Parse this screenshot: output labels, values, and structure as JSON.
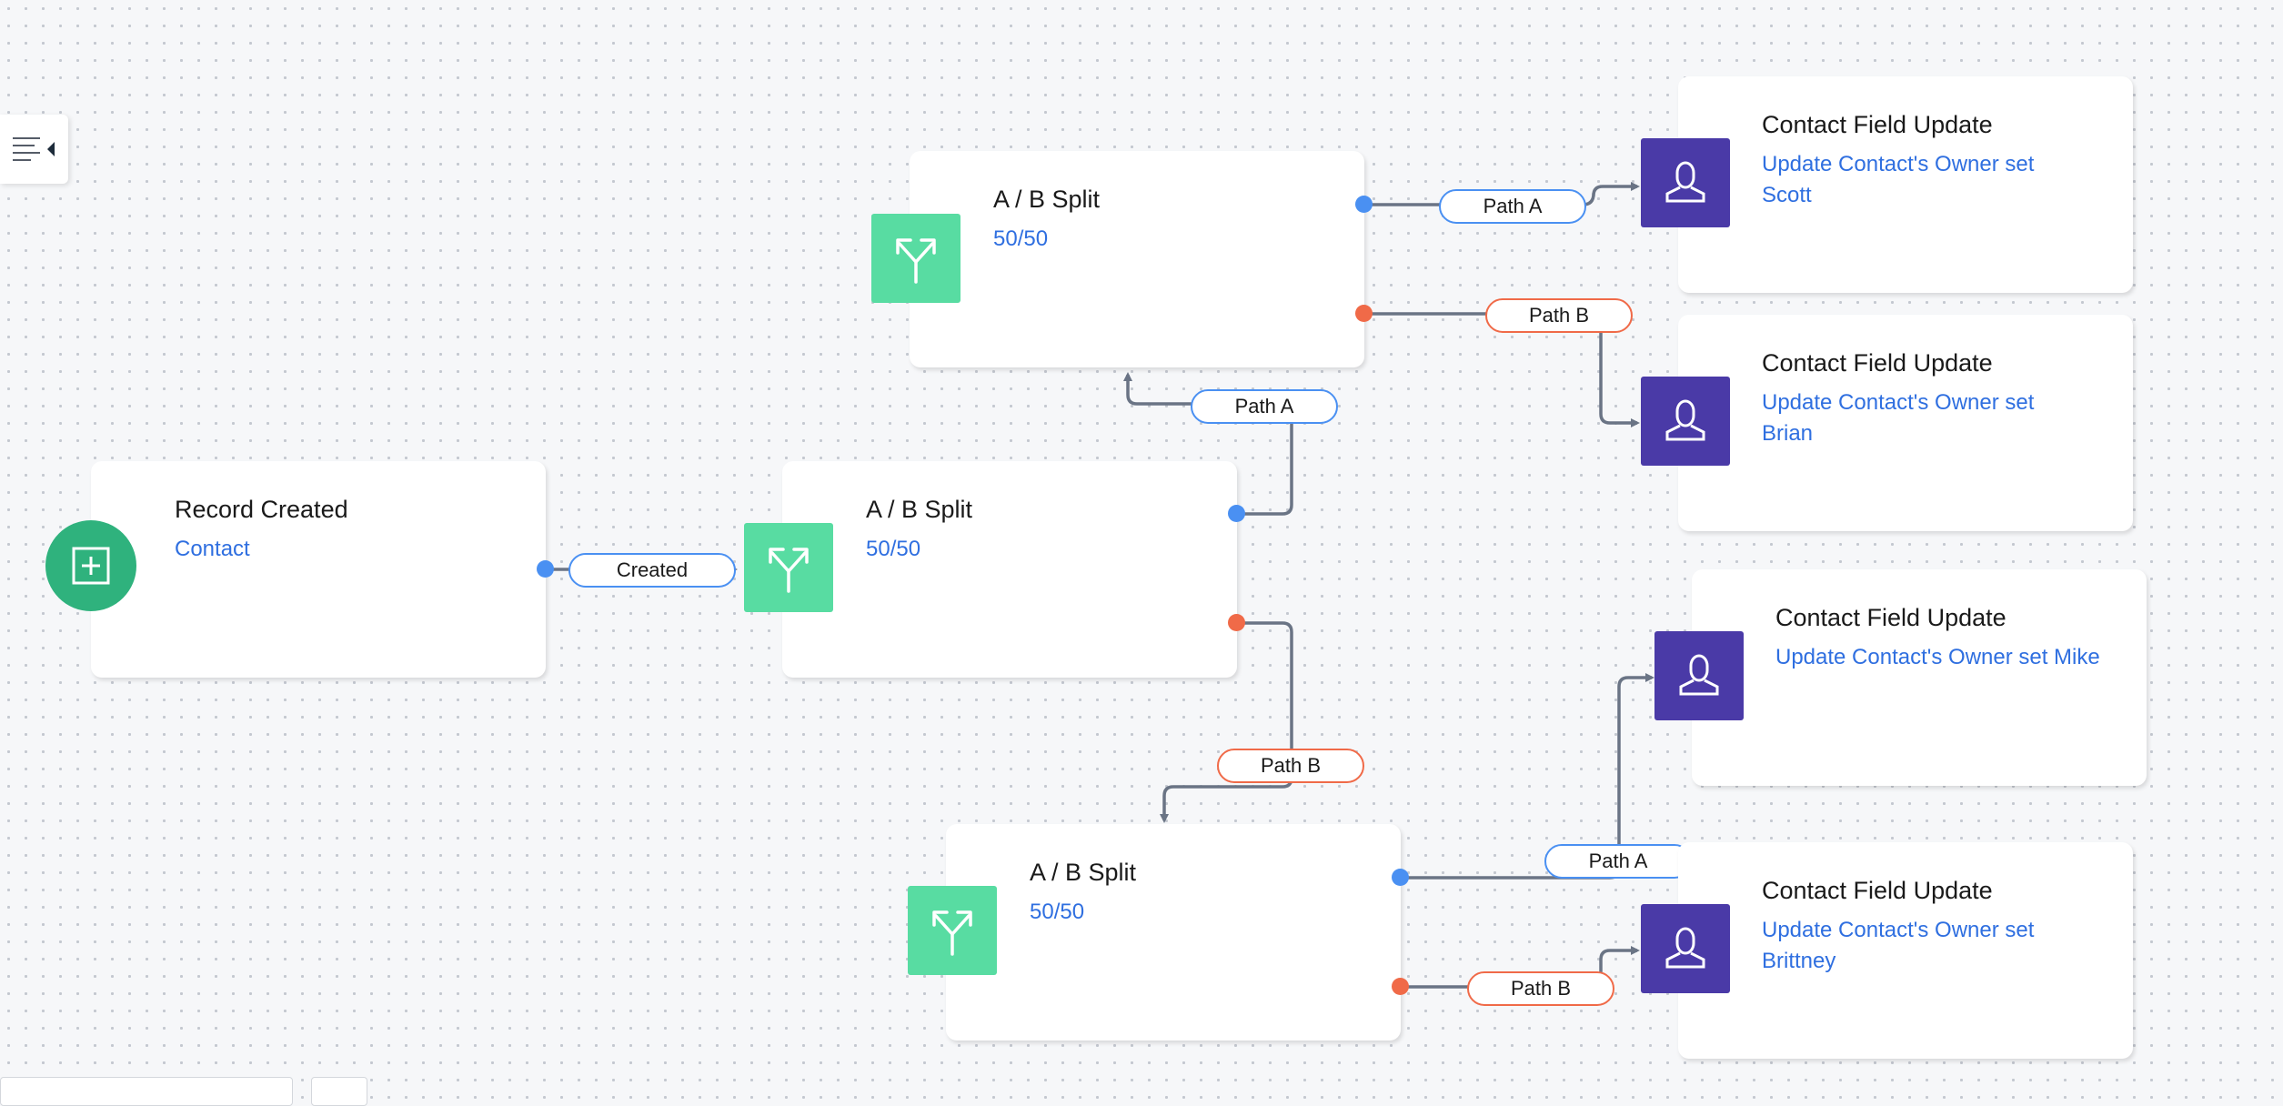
{
  "colors": {
    "canvas_bg": "#f6f7f9",
    "dot_grid": "#c4c8d0",
    "link_text": "#2f6fe0",
    "split_icon_bg": "#58dca2",
    "update_icon_bg": "#4a3aa7",
    "trigger_icon_bg": "#2fb27d",
    "path_a": "#4a90f2",
    "path_b": "#f06a48",
    "connector": "#6a7485"
  },
  "sidebar_toggle": {
    "icon": "list-collapse-icon"
  },
  "trigger": {
    "title": "Record Created",
    "subtitle": "Contact",
    "icon": "plus-square-icon",
    "output_label": "Created"
  },
  "splits": [
    {
      "title": "A / B Split",
      "subtitle": "50/50",
      "icon": "split-arrows-icon"
    },
    {
      "title": "A / B Split",
      "subtitle": "50/50",
      "icon": "split-arrows-icon"
    },
    {
      "title": "A / B Split",
      "subtitle": "50/50",
      "icon": "split-arrows-icon"
    }
  ],
  "updates": [
    {
      "title": "Contact Field Update",
      "subtitle": "Update Contact's Owner set Scott",
      "icon": "user-icon"
    },
    {
      "title": "Contact Field Update",
      "subtitle": "Update Contact's Owner set Brian",
      "icon": "user-icon"
    },
    {
      "title": "Contact Field Update",
      "subtitle": "Update Contact's Owner set Mike",
      "icon": "user-icon"
    },
    {
      "title": "Contact Field Update",
      "subtitle": "Update Contact's Owner set Brittney",
      "icon": "user-icon"
    }
  ],
  "paths": {
    "main_a": "Path A",
    "main_b": "Path B",
    "top_a": "Path A",
    "top_b": "Path B",
    "bottom_a": "Path A",
    "bottom_b": "Path B"
  }
}
